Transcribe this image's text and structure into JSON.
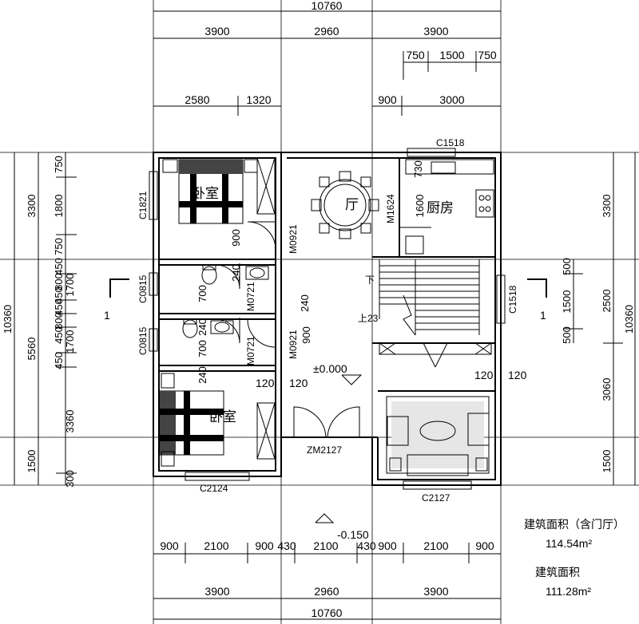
{
  "dims": {
    "top_total": "10760",
    "top_row1": [
      "3900",
      "2960",
      "3900"
    ],
    "top_row2": [
      "750",
      "1500",
      "750"
    ],
    "top_row3": [
      "2580",
      "1320",
      "900",
      "3000"
    ],
    "bottom_row1": [
      "900",
      "2100",
      "900",
      "430",
      "2100",
      "430",
      "900",
      "2100",
      "900"
    ],
    "bottom_row2": [
      "3900",
      "2960",
      "3900"
    ],
    "bottom_total": "10760",
    "left_outer": [
      "3300",
      "5560",
      "1500"
    ],
    "left_total": "10360",
    "left_inner": [
      "750",
      "1800",
      "750",
      "450",
      "800",
      "450",
      "1700",
      "450",
      "800",
      "450",
      "1700",
      "450",
      "3360",
      "300"
    ],
    "right_outer": [
      "3300",
      "2500",
      "3060",
      "1500"
    ],
    "right_total": "10360",
    "right_inner": [
      "500",
      "1500",
      "500"
    ],
    "interior": [
      "900",
      "240",
      "700",
      "240",
      "700",
      "240",
      "900",
      "120",
      "120",
      "1600",
      "730",
      "120",
      "120"
    ]
  },
  "rooms": {
    "bedroom_top": "卧室",
    "living": "厅",
    "kitchen": "厨房",
    "bedroom_bottom": "卧室"
  },
  "codes": {
    "c1518_top": "C1518",
    "c1821": "C1821",
    "m0921_a": "M0921",
    "m1624": "M1624",
    "c0815_a": "C0815",
    "m0721_a": "M0721",
    "c1518_right": "C1518",
    "c0815_b": "C0815",
    "m0721_b": "M0721",
    "m0921_b": "M0921",
    "zm2127": "ZM2127",
    "c2124": "C2124",
    "c2127": "C2127"
  },
  "stair": {
    "down": "下",
    "up": "上23"
  },
  "section_marker": "1",
  "levels": {
    "floor": "±0.000",
    "outside": "-0.150"
  },
  "area": {
    "label_with_hall": "建筑面积（含门厅）",
    "value_with_hall": "114.54m²",
    "label": "建筑面积",
    "value": "111.28m²"
  }
}
